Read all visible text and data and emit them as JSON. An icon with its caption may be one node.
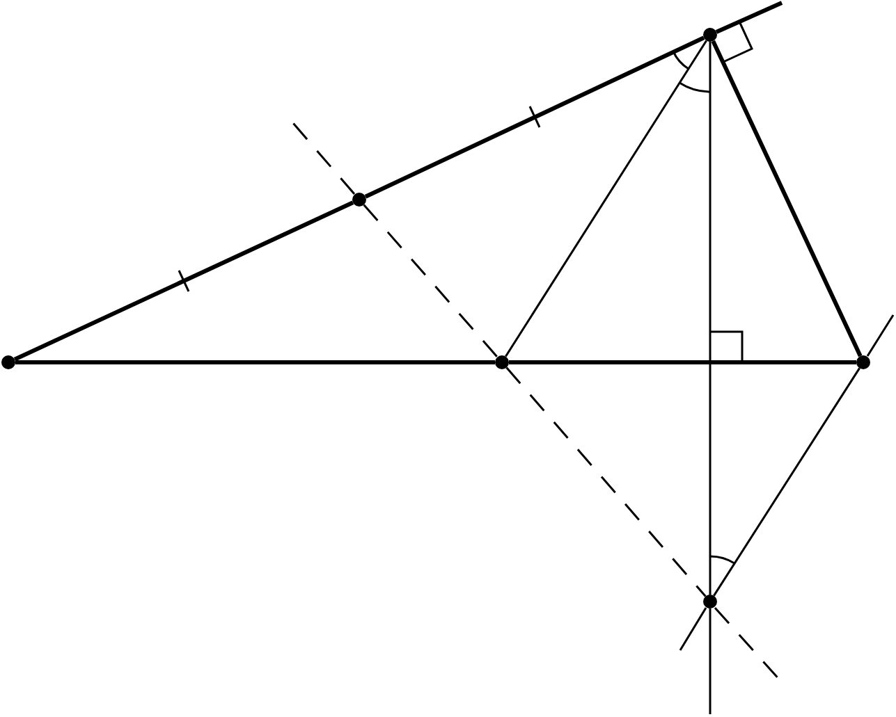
{
  "diagram": {
    "nodes": [
      {
        "text": [],
        "shape": "circle"
      },
      {
        "text": [],
        "shape": "circle"
      },
      {
        "text": [],
        "shape": "circle"
      },
      {
        "text": [],
        "shape": "circle"
      },
      {
        "text": [],
        "shape": "circle"
      },
      {
        "text": [],
        "shape": "circle"
      }
    ],
    "edges": [
      {
        "from": 0,
        "to": 1,
        "arrow": "none",
        "style": "thick"
      },
      {
        "from": 1,
        "to": 2,
        "arrow": "none",
        "style": "thick"
      },
      {
        "from": 0,
        "to": 3,
        "arrow": "none",
        "style": "thick"
      },
      {
        "from": 3,
        "to": 4,
        "arrow": "none",
        "style": "thick"
      },
      {
        "from": 2,
        "to": 4,
        "arrow": "none",
        "style": "thick"
      },
      {
        "from": 2,
        "to": 3,
        "arrow": "none"
      },
      {
        "from": 2,
        "to": 5,
        "arrow": "none"
      },
      {
        "from": 4,
        "to": 5,
        "arrow": "none"
      },
      {
        "from": 1,
        "to": 3,
        "arrow": "none",
        "style": "dashed"
      },
      {
        "from": 3,
        "to": 5,
        "arrow": "none",
        "style": "dashed"
      }
    ]
  }
}
